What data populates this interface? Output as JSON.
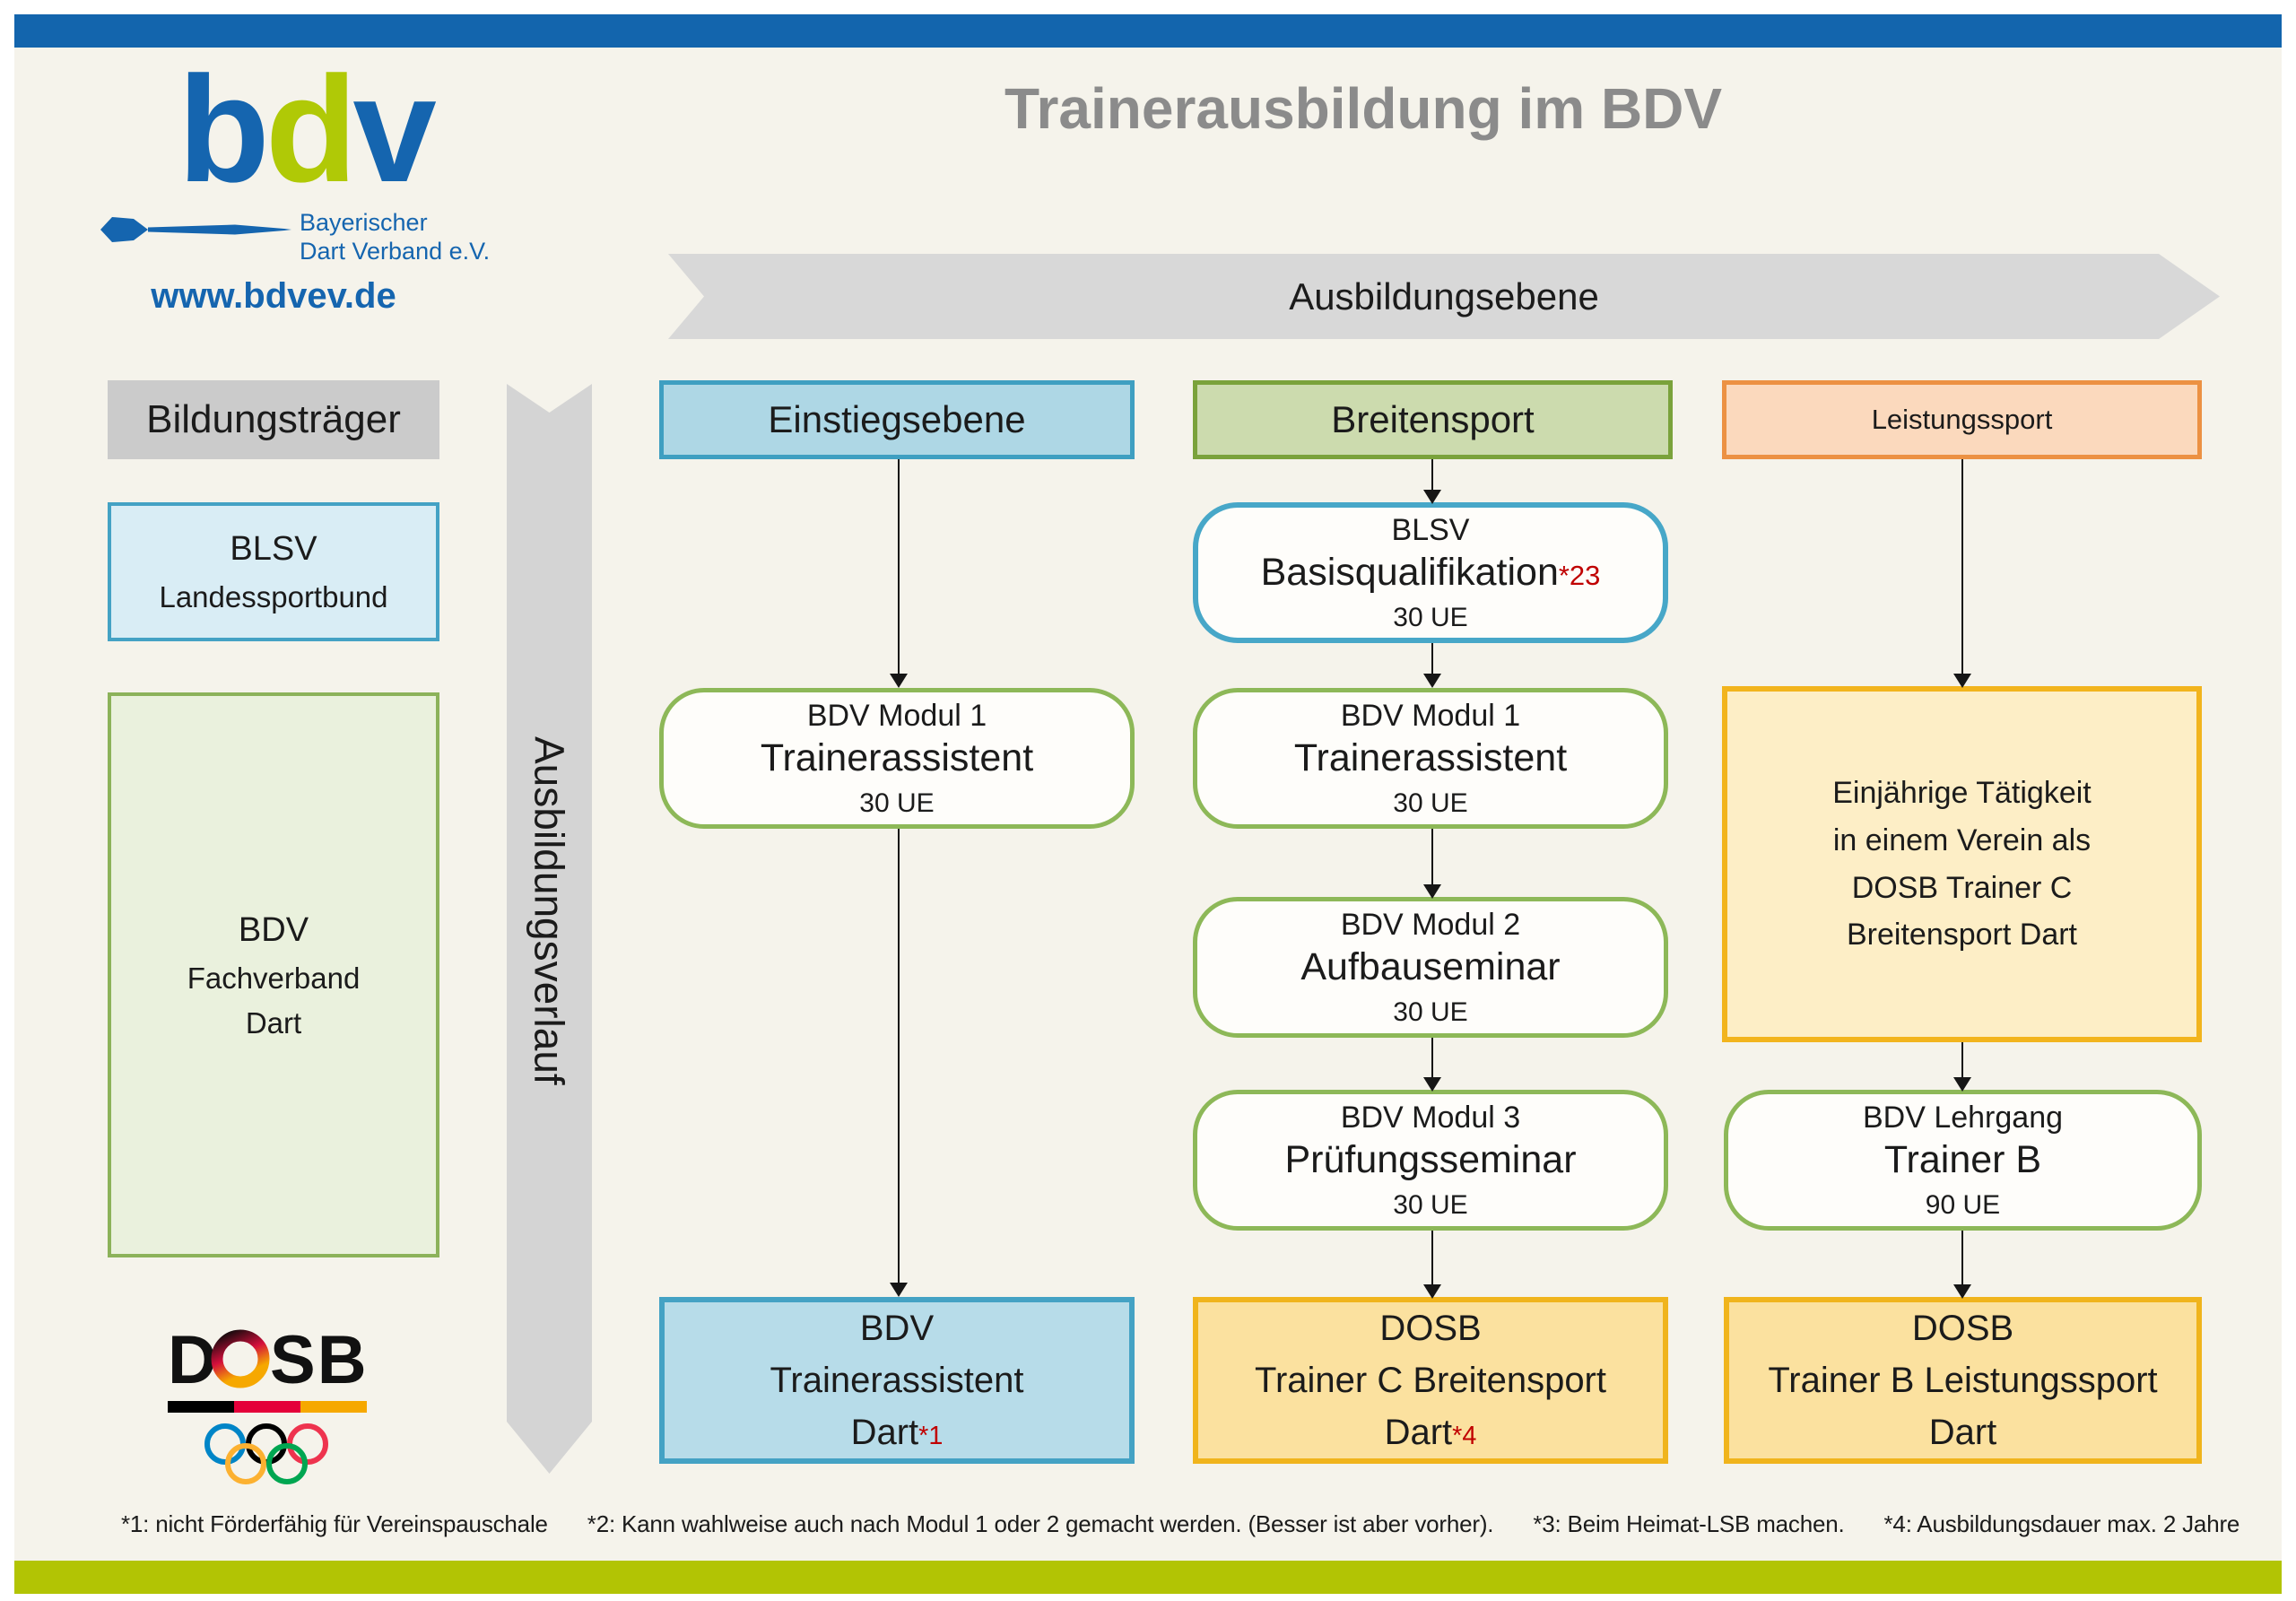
{
  "page": {
    "title": "Trainerausbildung im BDV"
  },
  "logo": {
    "b": "b",
    "d": "d",
    "v": "v",
    "subtitle1": "Bayerischer",
    "subtitle2": "Dart Verband e.V.",
    "website": "www.bdvev.de"
  },
  "banners": {
    "horizontal": "Ausbildungsebene",
    "vertical": "Ausbildungsverlauf"
  },
  "headers": {
    "traeger": "Bildungsträger",
    "col1": "Einstiegsebene",
    "col2": "Breitensport",
    "col3": "Leistungssport"
  },
  "left": {
    "blsv1": "BLSV",
    "blsv2": "Landessportbund",
    "fach1": "BDV",
    "fach2": "Fachverband",
    "fach3": "Dart"
  },
  "flow": {
    "basis": {
      "l1": "BLSV",
      "l2": "Basisqualifikation",
      "marker": "*23",
      "l3": "30 UE"
    },
    "m1a": {
      "l1": "BDV Modul 1",
      "l2": "Trainerassistent",
      "l3": "30 UE"
    },
    "m1b": {
      "l1": "BDV Modul 1",
      "l2": "Trainerassistent",
      "l3": "30 UE"
    },
    "m2": {
      "l1": "BDV Modul 2",
      "l2": "Aufbauseminar",
      "l3": "30 UE"
    },
    "m3": {
      "l1": "BDV Modul 3",
      "l2": "Prüfungsseminar",
      "l3": "30 UE"
    },
    "einjaehrig": {
      "l1": "Einjährige Tätigkeit",
      "l2": "in einem Verein als",
      "l3": "DOSB Trainer C",
      "l4": "Breitensport Dart"
    },
    "lehrgangB": {
      "l1": "BDV Lehrgang",
      "l2": "Trainer B",
      "l3": "90 UE"
    },
    "res1": {
      "l1": "BDV",
      "l2": "Trainerassistent",
      "l3": "Dart",
      "marker": "*1"
    },
    "res2": {
      "l1": "DOSB",
      "l2": "Trainer C Breitensport",
      "l3": "Dart",
      "marker": "*4"
    },
    "res3": {
      "l1": "DOSB",
      "l2": "Trainer B Leistungssport",
      "l3": "Dart"
    }
  },
  "dosb": {
    "d": "D",
    "sb": "SB"
  },
  "footnotes": {
    "f1": "*1: nicht Förderfähig für Vereinspauschale",
    "f2": "*2: Kann wahlweise auch nach Modul 1 oder 2 gemacht werden. (Besser ist aber vorher).",
    "f3": "*3: Beim Heimat-LSB machen.",
    "f4": "*4: Ausbildungsdauer max. 2 Jahre"
  },
  "colors": {
    "accent_blue": "#1365ad",
    "accent_lime": "#b2c404",
    "teal_border": "#44a2c4",
    "green_border": "#8db858",
    "orange_border": "#ec9143",
    "gold_border": "#f0b41c",
    "note_red": "#c00000",
    "background_cream": "#f5f3eb"
  }
}
